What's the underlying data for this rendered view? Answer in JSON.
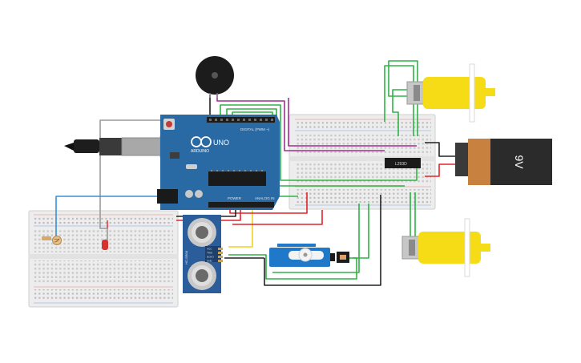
{
  "arduino": {
    "brand": "UNO",
    "logo_text": "ARDUINO",
    "digital_label": "DIGITAL (PWM ~)",
    "power_label": "POWER",
    "analog_label": "ANALOG IN",
    "board_color": "#2a6aa4"
  },
  "battery": {
    "label": "9V",
    "body_color": "#2b2b2b",
    "label_color": "#c9813f"
  },
  "motor_driver": {
    "label": "L293D"
  },
  "ultrasonic": {
    "label": "HC-SR04",
    "pins": [
      "VCC",
      "TRIG",
      "ECHO",
      "GND"
    ]
  },
  "servo": {
    "color": "#1f78c8"
  },
  "motors": {
    "color": "#f6dc16"
  },
  "wire_colors": {
    "green": "#2fb345",
    "red": "#e0242a",
    "black": "#222222",
    "gray": "#9a9a9a",
    "yellow": "#f0d21c",
    "magenta": "#a0308f",
    "blue": "#3a8fd6"
  }
}
